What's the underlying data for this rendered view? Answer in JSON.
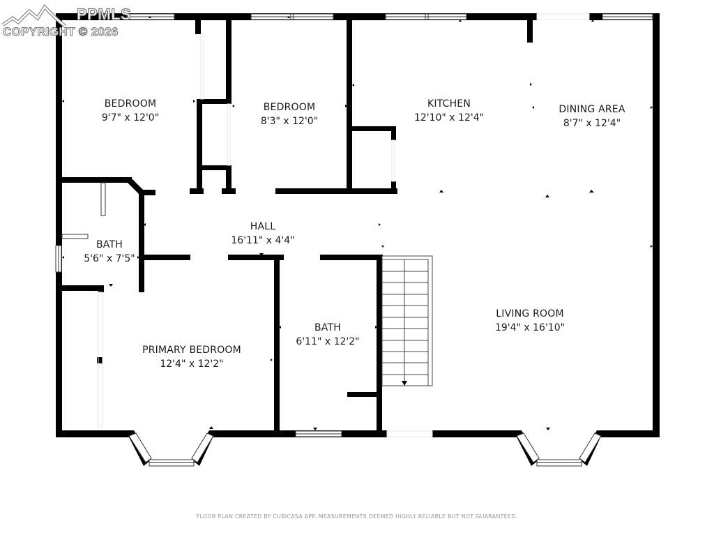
{
  "watermark": {
    "brand": "PPMLS",
    "copyright": "COPYRIGHT © 2026"
  },
  "rooms": [
    {
      "name": "BEDROOM",
      "dims": "9'7\" x 12'0\""
    },
    {
      "name": "BEDROOM",
      "dims": "8'3\" x 12'0\""
    },
    {
      "name": "KITCHEN",
      "dims": "12'10\" x 12'4\""
    },
    {
      "name": "DINING AREA",
      "dims": "8'7\" x 12'4\""
    },
    {
      "name": "HALL",
      "dims": "16'11\" x 4'4\""
    },
    {
      "name": "BATH",
      "dims": "5'6\" x 7'5\""
    },
    {
      "name": "PRIMARY BEDROOM",
      "dims": "12'4\" x 12'2\""
    },
    {
      "name": "BATH",
      "dims": "6'11\" x 12'2\""
    },
    {
      "name": "LIVING ROOM",
      "dims": "19'4\" x 16'10\""
    }
  ],
  "footer": {
    "disclaimer": "FLOOR PLAN CREATED BY CUBICASA APP. MEASUREMENTS DEEMED HIGHLY RELIABLE BUT NOT GUARANTEED."
  },
  "colors": {
    "wall": "#000000",
    "background": "#ffffff",
    "text": "#1a1a1a",
    "footer_text": "#9a9a9a"
  }
}
